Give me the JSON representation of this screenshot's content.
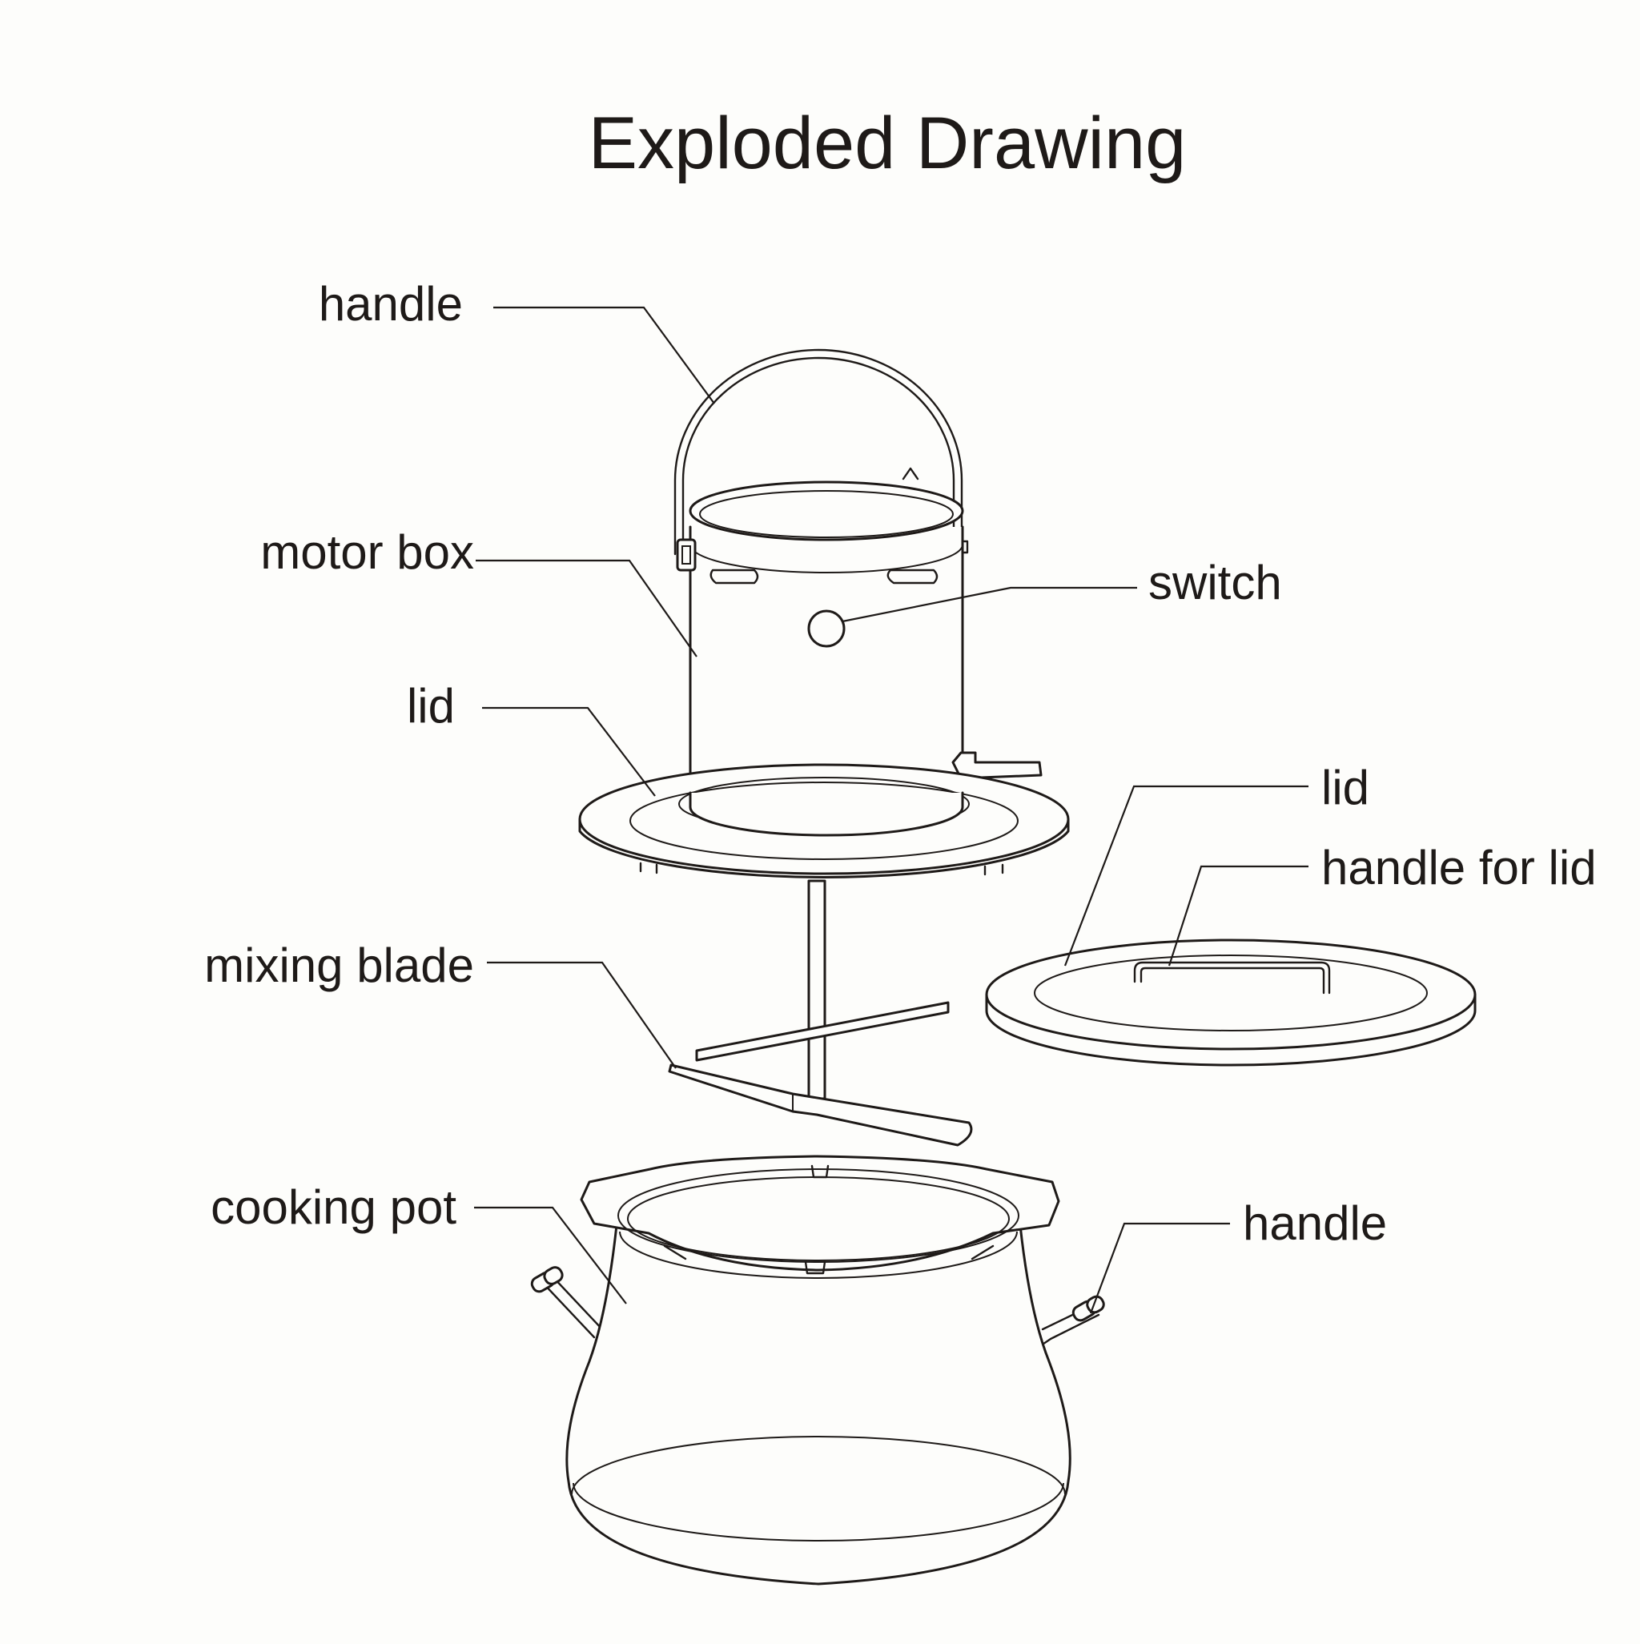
{
  "title": "Exploded Drawing",
  "labels": {
    "handle_top": "handle",
    "motor_box": "motor box",
    "switch": "switch",
    "lid_upper": "lid",
    "lid_right": "lid",
    "handle_for_lid": "handle for lid",
    "mixing_blade": "mixing blade",
    "cooking_pot": "cooking pot",
    "handle_pot": "handle"
  }
}
